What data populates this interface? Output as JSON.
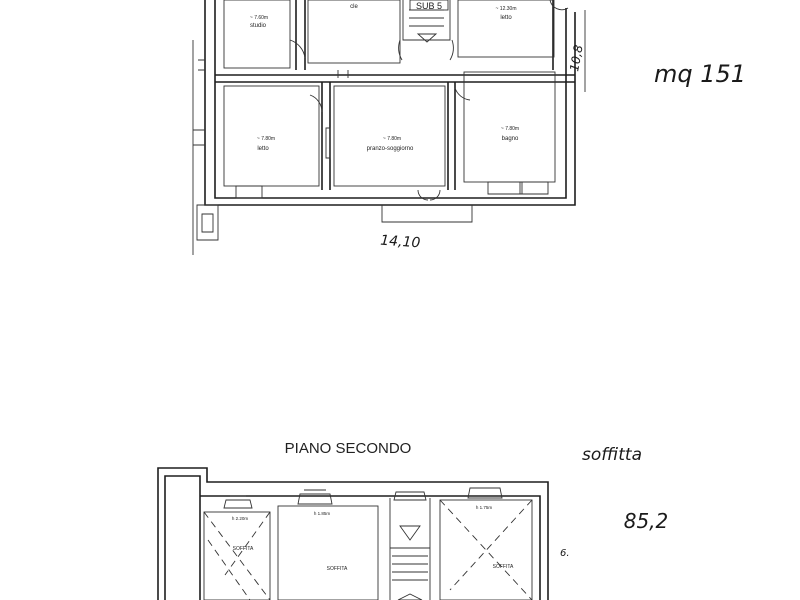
{
  "upper_floor": {
    "rooms": [
      {
        "name": "studio",
        "area": "~ 7.60m"
      },
      {
        "name": "cle",
        "area": ""
      },
      {
        "name": "letto",
        "area": "~ 12.30m"
      },
      {
        "name": "letto",
        "area": "~ 7.80m"
      },
      {
        "name": "pranzo-soggiorno",
        "area": "~ 7.80m"
      },
      {
        "name": "bagno",
        "area": "~ 7.80m"
      }
    ],
    "stair_label": "SUB 5",
    "dim_width": "14,10",
    "dim_depth": "10,8",
    "annotation": "mq 151"
  },
  "second_floor": {
    "title": "PIANO SECONDO",
    "note": "soffitta",
    "area_value": "85,2",
    "side_mark": "6.",
    "rooms": [
      {
        "name": "SOFFITA",
        "height": "h 2.20m"
      },
      {
        "name": "SOFFITA",
        "height": "h 1.85m"
      },
      {
        "name": "SOFFITA",
        "height": "h 1.75m"
      }
    ]
  },
  "colors": {
    "ink": "#1e1e1e",
    "paper": "#ffffff"
  }
}
